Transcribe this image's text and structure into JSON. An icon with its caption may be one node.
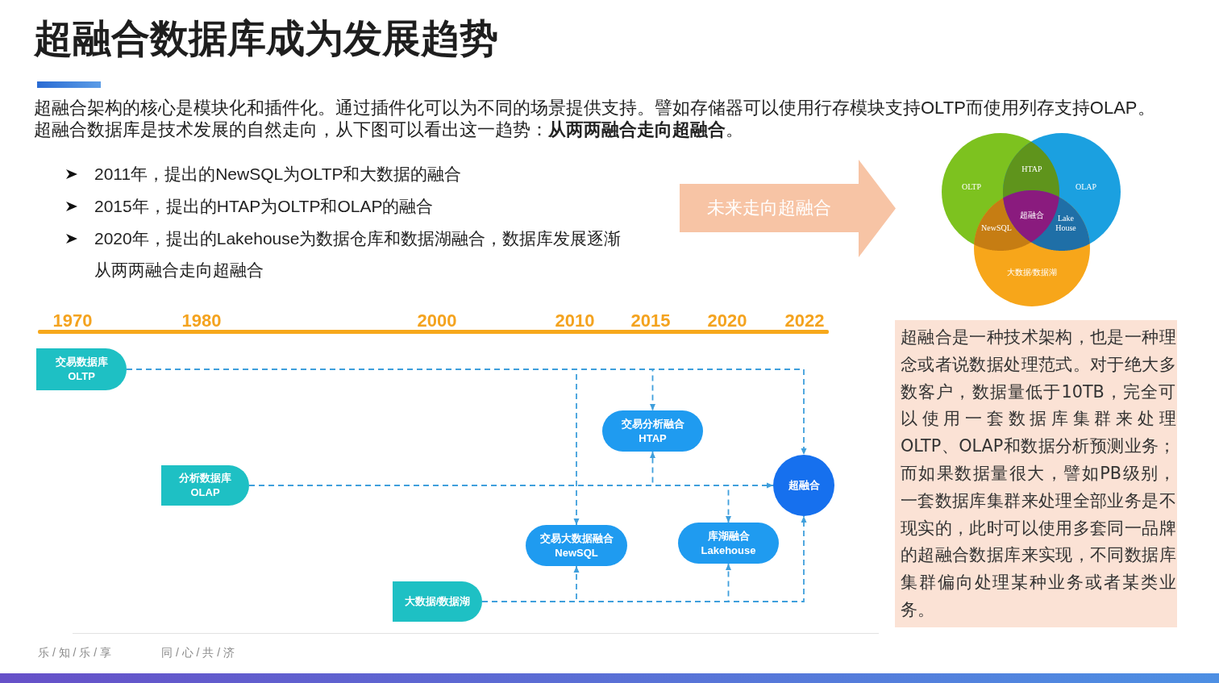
{
  "diagram": {
    "title": "超融合数据库成为发展趋势",
    "nodes": [
      {
        "text": [
          "未来走向超融合"
        ]
      },
      {
        "text": [
          "OLTP"
        ]
      },
      {
        "text": [
          "OLAP"
        ]
      },
      {
        "text": [
          "大数据/数据湖"
        ]
      },
      {
        "text": [
          "交易数据库",
          "OLTP"
        ]
      },
      {
        "text": [
          "交易分析融合",
          "HTAP"
        ]
      },
      {
        "text": [
          "分析数据库",
          "OLAP"
        ]
      },
      {
        "text": [
          "超融合"
        ]
      },
      {
        "text": [
          "交易大数据融合",
          "NewSQL"
        ]
      },
      {
        "text": [
          "库湖融合",
          "Lakehouse"
        ]
      },
      {
        "text": [
          "大数据/数据湖"
        ]
      },
      {
        "text": [
          "超融合是一种技术架构，也是一种理念或者说数据处理范式。对于绝大多数客户，数据量低于10TB，完全可以使用一套数据库集群来处理OLTP、OLAP和数据分析预测业务；而如果数据量很大，譬如PB级别，一套数据库集群来处理全部业务是不现实的，此时可以使用多套同一品牌的超融合数据库来实现，不同数据库集群偏向处理某种业务或者某类业务。"
        ]
      }
    ],
    "edges": [
      {
        "from": 4,
        "to": 5,
        "arrow": "to",
        "style": "dashed"
      },
      {
        "from": 4,
        "to": 8,
        "arrow": "to",
        "style": "dashed"
      },
      {
        "from": 4,
        "to": 7,
        "arrow": "to",
        "style": "dashed"
      },
      {
        "from": 6,
        "to": 5,
        "arrow": "to",
        "style": "dashed"
      },
      {
        "from": 6,
        "to": 9,
        "arrow": "to",
        "style": "dashed"
      },
      {
        "from": 6,
        "to": 7,
        "arrow": "to",
        "style": "dashed"
      },
      {
        "from": 10,
        "to": 8,
        "arrow": "to",
        "style": "dashed"
      },
      {
        "from": 10,
        "to": 9,
        "arrow": "to",
        "style": "dashed"
      },
      {
        "from": 10,
        "to": 7,
        "arrow": "to",
        "style": "dashed"
      }
    ],
    "labels": [
      "超融合架构的核心是模块化和插件化。通过插件化可以为不同的场景提供支持。譬如存储器可以使用行存模块支持OLTP而使用列存支持OLAP。",
      "超融合数据库是技术发展的自然走向，从下图可以看出这一趋势：**从两两融合走向超融合**。",
      "2011年，提出的NewSQL为OLTP和大数据的融合",
      "2015年，提出的HTAP为OLTP和OLAP的融合",
      "2020年，提出的Lakehouse为数据仓库和数据湖融合，数据库发展逐渐从两两融合走向超融合",
      "HTAP",
      "超融合",
      "Lake House",
      "NewSQL",
      "1970",
      "1980",
      "2000",
      "2010",
      "2015",
      "2020",
      "2022",
      "乐 / 知 / 乐 / 享",
      "同 / 心 / 共 / 济"
    ]
  }
}
